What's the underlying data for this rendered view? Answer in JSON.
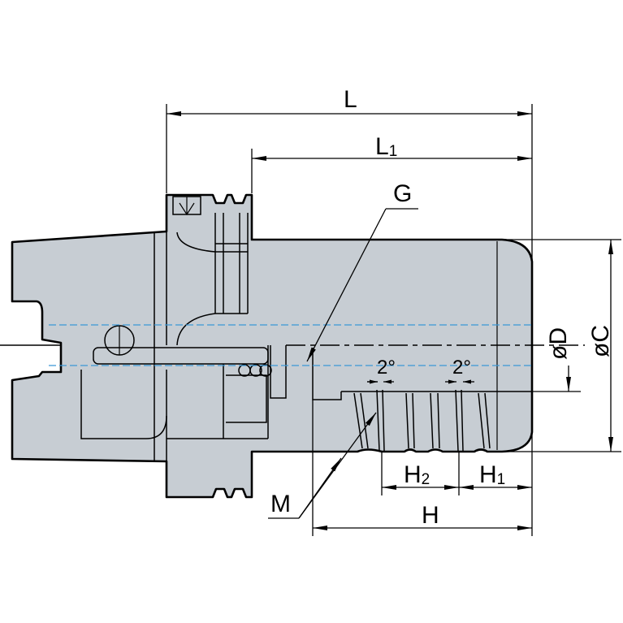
{
  "labels": {
    "L": "L",
    "L1": {
      "base": "L",
      "sub": "1"
    },
    "G": "G",
    "D": "øD",
    "C": "øC",
    "angle_left": "2°",
    "angle_right": "2°",
    "H2": {
      "base": "H",
      "sub": "2"
    },
    "H1": {
      "base": "H",
      "sub": "1"
    },
    "H": "H",
    "M": "M"
  },
  "colors": {
    "body_fill": "#c7cdd3",
    "outline": "#000000",
    "axis_lines": "#3b98d6"
  }
}
